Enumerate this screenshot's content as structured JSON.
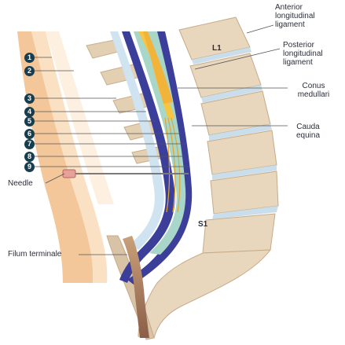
{
  "figure": {
    "vertebra_labels": {
      "top": "L1",
      "bottom": "S1"
    },
    "structure_labels": {
      "anterior_ligament": "Anterior longitudinal ligament",
      "posterior_ligament": "Posterior longitudinal ligament",
      "conus": "Conus medullari",
      "cauda": "Cauda equina",
      "needle": "Needle",
      "filum": "Filum terminale"
    },
    "layer_markers": [
      "1",
      "2",
      "3",
      "4",
      "5",
      "6",
      "7",
      "8",
      "9"
    ]
  },
  "colors": {
    "skin": "#f4c79a",
    "subcutaneous": "#f9dcbc",
    "bone": "#e8d6bd",
    "disc": "#c9ddea",
    "dura": "#3f3f9e",
    "csf": "#a8d6c9",
    "cord": "#f6c542",
    "marker": "#173d4f"
  }
}
